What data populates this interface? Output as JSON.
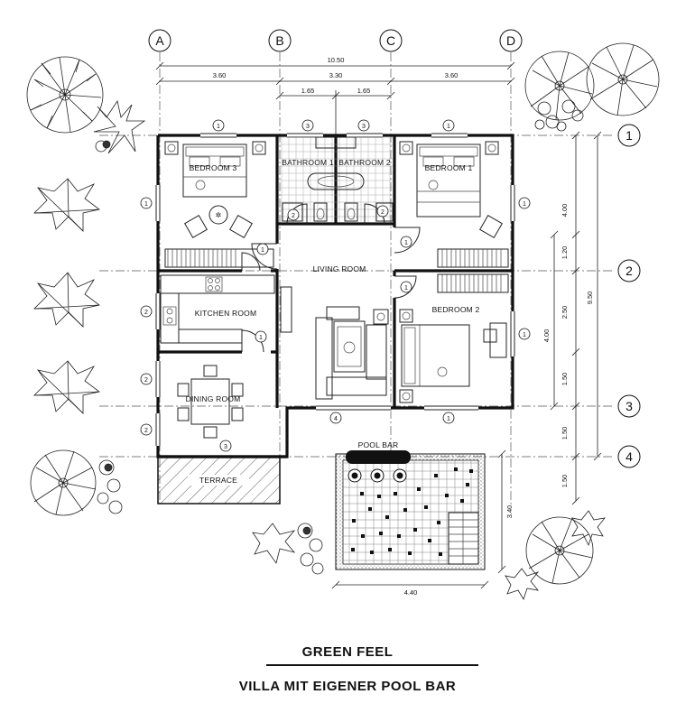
{
  "plan": {
    "axes": {
      "columns": [
        "A",
        "B",
        "C",
        "D"
      ],
      "rows": [
        "1",
        "2",
        "3",
        "4"
      ]
    },
    "dimensions": {
      "overall_width": "10.50",
      "bay_a_b": "3.60",
      "bay_b_c": "3.30",
      "bay_c_d": "3.60",
      "bath_left": "1.65",
      "bath_right": "1.65",
      "right_top": "4.00",
      "right_mid": "1.20",
      "right_b1": "2.50",
      "right_b2": "1.50",
      "right_b3": "1.50",
      "right_b4": "1.50",
      "overall_height": "9.50",
      "inner_height": "4.00",
      "pool_width": "4.40",
      "pool_height": "3.40"
    },
    "rooms": {
      "bedroom3": "BEDROOM 3",
      "bathroom1": "BATHROOM 1",
      "bathroom2": "BATHROOM 2",
      "bedroom1": "BEDROOM 1",
      "living": "LIVING ROOM",
      "kitchen": "KITCHEN ROOM",
      "bedroom2": "BEDROOM 2",
      "dining": "DINING ROOM",
      "terrace": "TERRACE",
      "poolbar": "POOL BAR"
    },
    "tags": {
      "t1": "1",
      "t2": "2",
      "t3": "3",
      "t4": "4"
    }
  },
  "titles": {
    "main": "GREEN FEEL",
    "sub": "VILLA MIT EIGENER POOL BAR"
  }
}
